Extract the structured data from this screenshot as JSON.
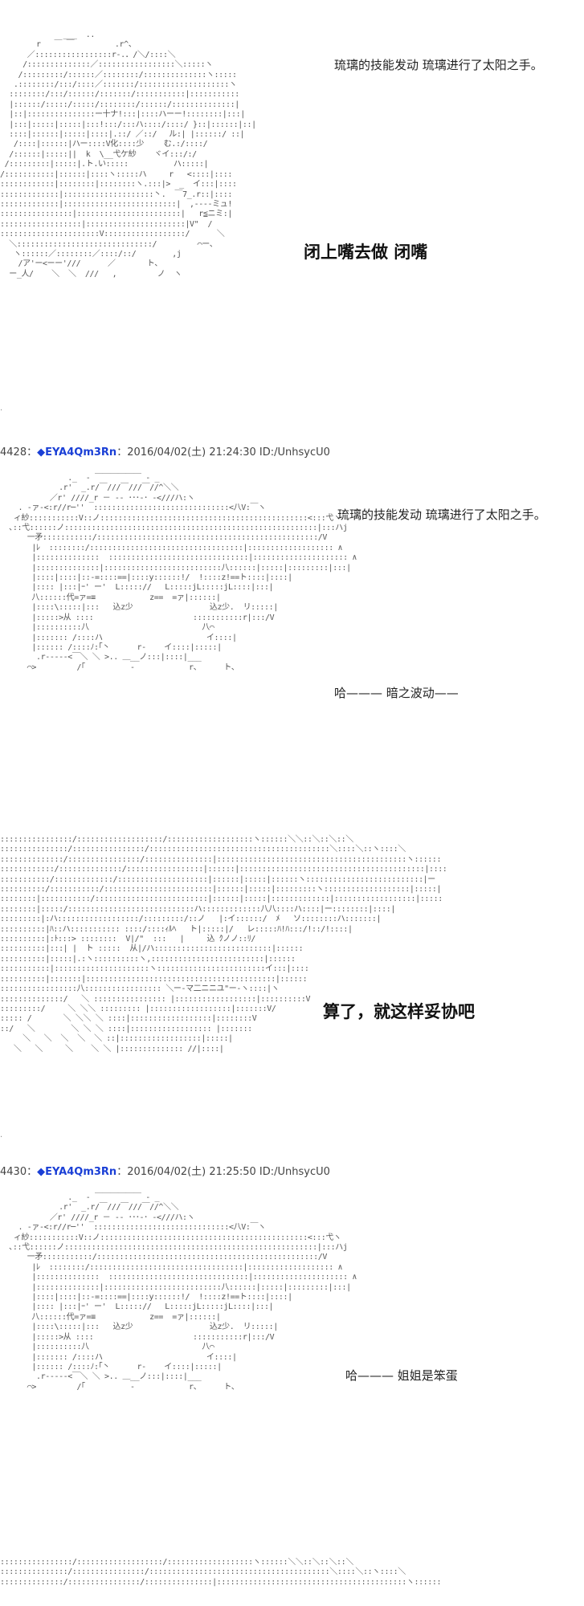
{
  "panels": [
    {
      "narration": "琉璃的技能发动 琉璃进行了太阳之手。",
      "speech": "闭上嘴去做 闭嘴"
    },
    {
      "narration": "琉璃的技能发动 琉璃进行了太阳之手。",
      "speech": "哈——— 暗之波动——"
    },
    {
      "speech": "算了，就这样妥协吧"
    },
    {
      "speech": "哈——— 姐姐是笨蛋"
    }
  ],
  "posts": [
    {
      "num": "4428",
      "sep": "：",
      "diamond": "◆",
      "trip": "EYA4Qm3Rn",
      "rest": "：2016/04/02(土) 21:24:30 ID:/UnhsycU0"
    },
    {
      "num": "4430",
      "sep": "：",
      "diamond": "◆",
      "trip": "EYA4Qm3Rn",
      "rest": "：2016/04/02(土) 21:25:50 ID:/UnhsycU0"
    }
  ],
  "art": {
    "a1": "              ___  ..\n        r   ￣ ￣         .r^、\n      ／:::::::::::::::::r-.．/＼/::::＼\n     /::::::::::::::／:::::::::::::::::＼:::::ヽ\n    /:::::::::/::::::／::::::::/::::::::::::::ヽ:::::\n   .::::::::/:::/::::／:::::::/::::::::::::::::::::ヽ\n  ::::::::/:::/::::::/:::::::/:::::::::::|:::::::::::\n  |::::::/:::::/:::::/::::::::/::::::/::::::::::::::|\n  |::|:::::::::::::::ー十ナ!:::|::::ハーー!::::::::|:::|\n  |:::|:::::|:::::|:::!:::/:::ハ::::/::::/ }::|::::::|::|\n  ::::|::::::|:::::|::::|.::/ ／::/　 ル:| |::::::/ ::|\n   /::::|::::::|ハー::::V化::::少　　 む.:/::::/\n  /::::::|:::::||  k  \\__弋ケ紗    ヾイ:::/:/\n /:::::::::|:::::|.ト.い:::::          ハ:::::|\n/:::::::::::|::::::|::::ヽ:::::ハ     r   <::::|::::\n::::::::::::|::::::::|::::::::ヽ.:::|>  _  イ:::|::::\n:::::::::::::|::::::::::::::::::::丶.  ￣7_.r::|::::\n:::::::::::::|:::::::::::::::::::::::::|  ,----ミュ!\n::::::::::::::::|:::::::::::::::::::::::|   r≦ニミ:|\n::::::::::::::::::|::::::::::::::::::::::|V\"  /\n::::::::::::::::::::::V::::::::::::::::::/      ＼\n  ＼::::::::::::::::::::::::::::::/         ⌒ー、\n   ヽ::::::／::::::::／::::/::/        ,j\n    /ア'ー<ーー'///      ／       ト、\n  ー_人/    ＼  ＼  ///   ,         ノ  ヽ",
    "a2": "               ._  - ￣￣￣￣￣￣ - _\n             .r'  _.r/￣///￣///￣//^＼＼\n           ／r' ////_r － ‐‐ ･･･‐･ ‐<///ハ:ヽ\n    . -ァ-<:r//r─''  ::::::::::::::::::::::::::::::<八V:￣ヽ\n   ィ紗:::::::::::V::ノ::::::::::::::::::::::::::::::::::::::::::::::<:::弋ヽ\n  ､::弋::::::ノ::::::::::::::::::::::::::::::::::::::::::::::::::::::::|:::ハj\n      一矛:::::::::::/:::::::::::::::::::::::::::::::::::::::::::::::::/V\n       |ﾚ  ::::::::/::::::::::::::::::::::::::::::::::|::::::::::::::::::: ∧\n       |::::::::::::::  :::::::::::::::::::::::::::::::|::::::::::::::::::::: ∧\n       |::::::::::::::|::::::::::::::::::::::::::八::::::|:::::|:::::::::|:::|\n       |::::|::::|::-=::::==|::::y::::::!/  !::::z!==ト::::|::::|\n       |:::: |:::|ｰ' ー'  L::::://   L:::::jL:::::jL::::|:::|\n       八::::::代=ァ=≡            z==  =ァ|::::::|\n       |::::\\:::::|:::   込z少                 込z少.  リ:::::|\n       |:::::>从 ::::                      :::::::::::r|:::/V\n       |::::::::::八                         八⌒\n       |::::::: /::::ハ                       イ::::|\n       |:::::: /::::ﾉ:｢丶      r-    イ::::|:::::|\n        .r‐‐‐‐‐<￣＼ ＼ >.. ＿__ノ:::|::::|___\n      ⌒>         /｢          -            r、     ト、",
    "a3": "::::::::::::::::/:::::::::::::::::::/:::::::::::::::::::ヽ::::::＼＼::＼::＼::＼\n:::::::::::::::/::::::::::::::::/::::::::::::::::::::::::::::::::::::::::＼::::＼::ヽ::::＼\n::::::::::::::/::::::::::::::::/:::::::::::::::|::::::::::::::::::::::::::::::::::::::::::ヽ::::::\n::::::::::::/::::::::::::::/:::::::::::::::::|::::::|:::::::::::::::::::::::::::::::::::::::::|::::\n:::::::::::/:::::::::::::/::::::::::::::::::::|::::::|:::::|::::::ヽ::::::::::::::::::::::::::|ー\n::::::::::/:::::::::::/::::::::::::::::::::::::|::::::|:::::|:::::::::ヽ:::::::::::::::::::|:::::|\n::::::::|:::::::::::/:::::::::::::::::::::::::|::::::|:::::|:::::::::::::|::::::::::::::::::|:::::\n::::::::|:::::/::::::::::::::::::::::::::::ハ:::::::::::::八八::::ハ::::|ー::::::::|::::|\n:::::::::|:ハ::::::::::::::::::/:::::::::/::ノ   |:イ::::::/  ﾒ   ソ::::::::ハ:::::::|\n::::::::::|ﾊ::ハ::::::::::: ::::/::::ｨﾙﾍ   ト|:::::|/   レ:::::ﾊ!ﾊ:::/!::/!::::|\n::::::::::|:ﾄ:::> ::::::::  V|/\"  :::   |     込 ｸノノ::ﾘ/\n::::::::::|:::|\t|  ト :::::  从|/ハ::::::::::::::::::::::::::|::::::\n::::::::::|:::::|.:ヽ::::::::::ヽ,:::::::::::::::::::::::::|::::::\n:::::::::::|:::::::::::::::::::::ヽ::::::::::::::::::::::::イ:::|::::\n::::::::::|:::::::|::::::::::::::::::::::::::::::::::::::::::|::::::\n:::::::::::::::::八::::::::::::::::: ＼ー-マ二ニニユ\"ー-ヽ::::|ヽ\n::::::::::::::/   ＼ :::::::::::::::: |::::::::::::::::::|::::::::::V\n:::::::::/     ＼ ＼＼ ::::::::: |::::::::::::::::::|:::::::V/\n::::: /       ＼ ＼＼ ＼ ::::|::::::::::::::::::|::::::::V\n::/   ＼        ＼ ＼ ＼ ::::|:::::::::::::::::: |:::::::\n     ＼   ＼  ＼  ＼  ＼ ::|::::::::::::::::::|:::::|\n   ＼   ＼     ＼    ＼ ＼ |:::::::::::::: //|::::|",
    "a4": "               ._  - ￣￣￣￣￣￣ - _\n             .r'  _.r/￣///￣///￣//^＼＼\n           ／r' ////_r － ‐‐ ･･･‐･ ‐<///ハ:ヽ\n    . -ァ-<:r//r─''  ::::::::::::::::::::::::::::::<八V:￣ヽ\n   ィ紗:::::::::::V::ノ::::::::::::::::::::::::::::::::::::::::::::::<:::弋ヽ\n  ､::弋::::::ノ::::::::::::::::::::::::::::::::::::::::::::::::::::::::|:::ハj\n      一矛:::::::::::/:::::::::::::::::::::::::::::::::::::::::::::::::/V\n       |ﾚ  ::::::::/::::::::::::::::::::::::::::::::::|::::::::::::::::::: ∧\n       |::::::::::::::  :::::::::::::::::::::::::::::::|::::::::::::::::::::: ∧\n       |::::::::::::::|::::::::::::::::::::::::::八::::::|:::::|:::::::::|:::|\n       |::::|::::|::-=::::==|::::y::::::!/  !::::z!==ト::::|::::|\n       |:::: |:::|ｰ' ー'  L::::://   L:::::jL:::::jL::::|:::|\n       八::::::代=ァ=≡            z==  =ァ|::::::|\n       |::::\\:::::|:::   込z少                 込z少.  リ:::::|\n       |:::::>从 ::::                      :::::::::::r|:::/V\n       |::::::::::八                         八⌒\n       |::::::: /::::ハ                       イ::::|\n       |:::::: /::::ﾉ:｢丶      r-    イ::::|:::::|\n        .r‐‐‐‐‐<￣＼ ＼ >.. ＿__ノ:::|::::|___\n      ⌒>         /｢          -            r、     ト、",
    "a5": "::::::::::::::::/:::::::::::::::::::/:::::::::::::::::::ヽ::::::＼＼::＼::＼::＼\n:::::::::::::::/::::::::::::::::/::::::::::::::::::::::::::::::::::::::::＼::::＼::ヽ::::＼\n::::::::::::::/::::::::::::::::/:::::::::::::::|::::::::::::::::::::::::::::::::::::::::::ヽ::::::"
  }
}
